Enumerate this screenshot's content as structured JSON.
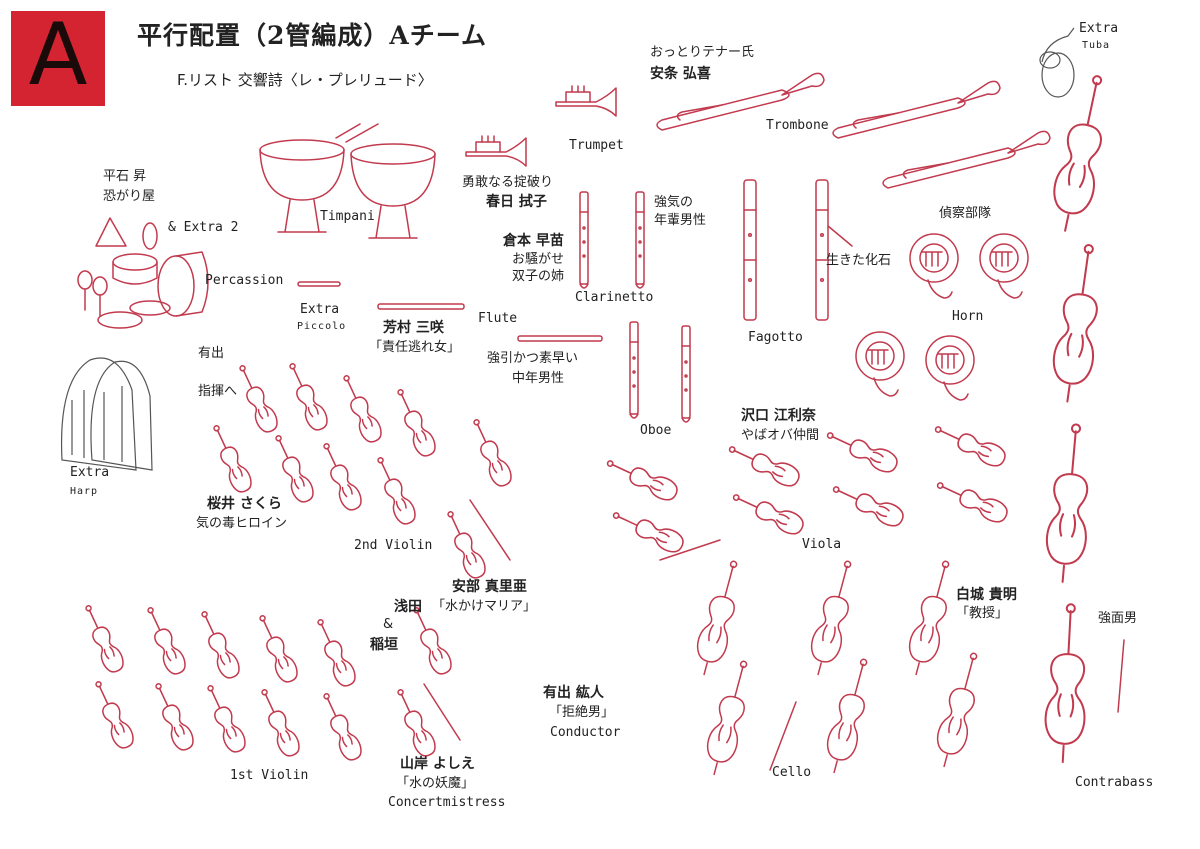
{
  "badge_letter": "A",
  "title": "平行配置（2管編成）Aチーム",
  "subtitle": "F.リスト 交響詩〈レ・プレリュード〉",
  "instruments": {
    "timpani": "Timpani",
    "percussion": "Percassion",
    "extra2": "& Extra 2",
    "extra_piccolo_1": "Extra",
    "extra_piccolo_2": "Piccolo",
    "flute": "Flute",
    "trumpet": "Trumpet",
    "trombone": "Trombone",
    "extra_tuba_1": "Extra",
    "extra_tuba_2": "Tuba",
    "clarinet": "Clarinetto",
    "fagotto": "Fagotto",
    "horn": "Horn",
    "oboe": "Oboe",
    "extra_harp_1": "Extra",
    "extra_harp_2": "Harp",
    "second_violin": "2nd Violin",
    "first_violin": "1st Violin",
    "viola": "Viola",
    "cello": "Cello",
    "contrabass": "Contrabass",
    "conductor": "Conductor",
    "concertmistress": "Concertmistress"
  },
  "people": {
    "hiraishi_name": "平石 昇",
    "hiraishi_desc": "恐がり屋",
    "tenor_desc": "おっとりテナー氏",
    "tenor_name": "安条 弘喜",
    "kasuga_desc": "勇敢なる掟破り",
    "kasuga_name": "春日 拭子",
    "kuramoto_name": "倉本 早苗",
    "kuramoto_desc1": "お騒がせ",
    "kuramoto_desc2": "双子の姉",
    "strong_desc1": "強気の",
    "strong_desc2": "年輩男性",
    "yoshimura_name": "芳村 三咲",
    "yoshimura_desc": "「責任逃れ女」",
    "forceful_desc1": "強引かつ素早い",
    "forceful_desc2": "中年男性",
    "living_fossil": "生きた化石",
    "scout": "偵察部隊",
    "arida_note1": "有出",
    "arida_note2": "指揮へ",
    "sakurai_name": "桜井 さくら",
    "sakurai_desc": "気の毒ヒロイン",
    "abe_name": "安部 真里亜",
    "abe_desc": "「水かけマリア」",
    "asada": "浅田",
    "amp": "&",
    "inagaki": "稲垣",
    "sawaguchi_name": "沢口 江利奈",
    "sawaguchi_desc": "やばオバ仲間",
    "shiroki_name": "白城 貴明",
    "shiroki_desc": "「教授」",
    "kowamote": "強面男",
    "arida_name": "有出 紘人",
    "arida_desc": "「拒絶男」",
    "yamagishi_name": "山岸 よしえ",
    "yamagishi_desc": "「水の妖魔」"
  },
  "colors": {
    "badge": "#d42432",
    "ink": "#c23a4e",
    "text": "#222222"
  }
}
